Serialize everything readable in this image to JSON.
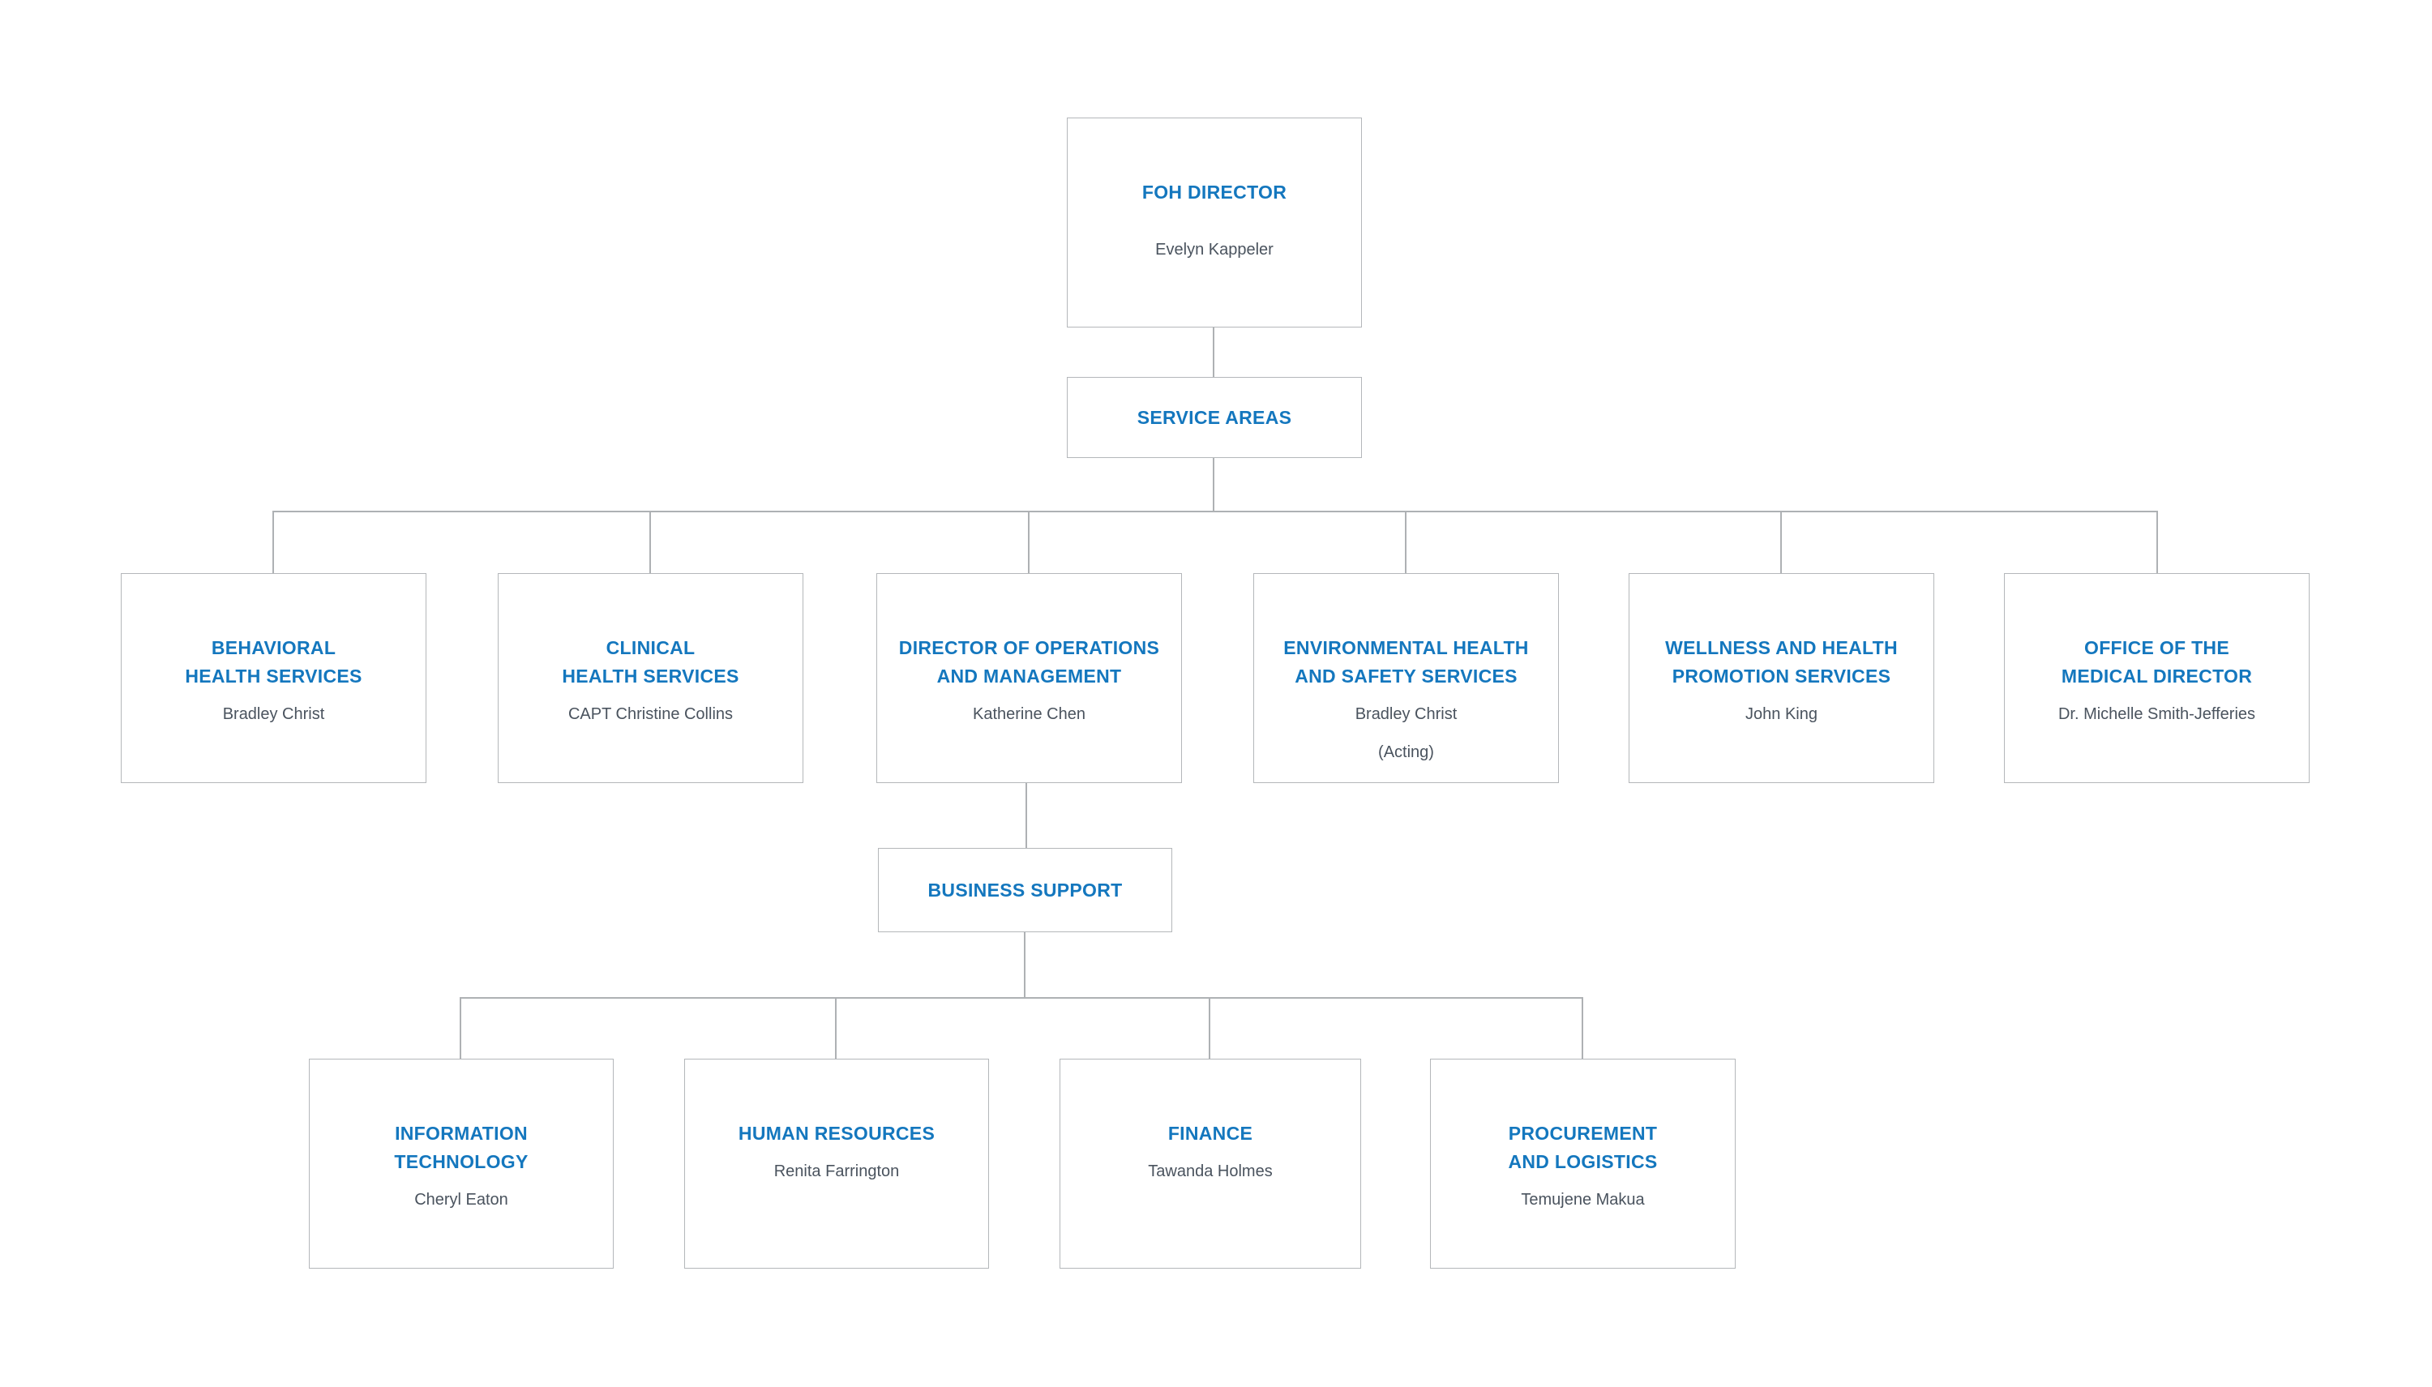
{
  "page": {
    "background": "#ffffff"
  },
  "colors": {
    "title_blue": "#1477be",
    "person_gray": "#4a535e",
    "box_border": "#b4b7ba",
    "connector_gray": "#aeb1b4"
  },
  "boxes": [
    {
      "id": "foh-director",
      "title": "FOH DIRECTOR",
      "person": "Evelyn Kappeler"
    },
    {
      "id": "service-areas",
      "title": "SERVICE AREAS"
    },
    {
      "id": "behavioral-health-services",
      "title": "BEHAVIORAL\nHEALTH SERVICES",
      "person": "Bradley Christ"
    },
    {
      "id": "clinical-health-services",
      "title": "CLINICAL\nHEALTH SERVICES",
      "person": "CAPT Christine Collins"
    },
    {
      "id": "director-of-operations-and-management",
      "title": "DIRECTOR OF OPERATIONS\nAND MANAGEMENT",
      "person": "Katherine Chen"
    },
    {
      "id": "environmental-health-and-safety-services",
      "title": "ENVIRONMENTAL HEALTH\nAND SAFETY SERVICES",
      "person": "Bradley Christ",
      "note": "(Acting)"
    },
    {
      "id": "wellness-and-health-promotion-services",
      "title": "WELLNESS AND HEALTH\nPROMOTION SERVICES",
      "person": "John King"
    },
    {
      "id": "office-of-the-medical-director",
      "title": "OFFICE OF THE\nMEDICAL DIRECTOR",
      "person": "Dr. Michelle Smith-Jefferies"
    },
    {
      "id": "business-support",
      "title": "BUSINESS SUPPORT"
    },
    {
      "id": "information-technology",
      "title": "INFORMATION\nTECHNOLOGY",
      "person": "Cheryl Eaton"
    },
    {
      "id": "human-resources",
      "title": "HUMAN RESOURCES",
      "person": "Renita Farrington"
    },
    {
      "id": "finance",
      "title": "FINANCE",
      "person": "Tawanda Holmes"
    },
    {
      "id": "procurement-and-logistics",
      "title": "PROCUREMENT\nAND LOGISTICS",
      "person": "Temujene Makua"
    }
  ]
}
